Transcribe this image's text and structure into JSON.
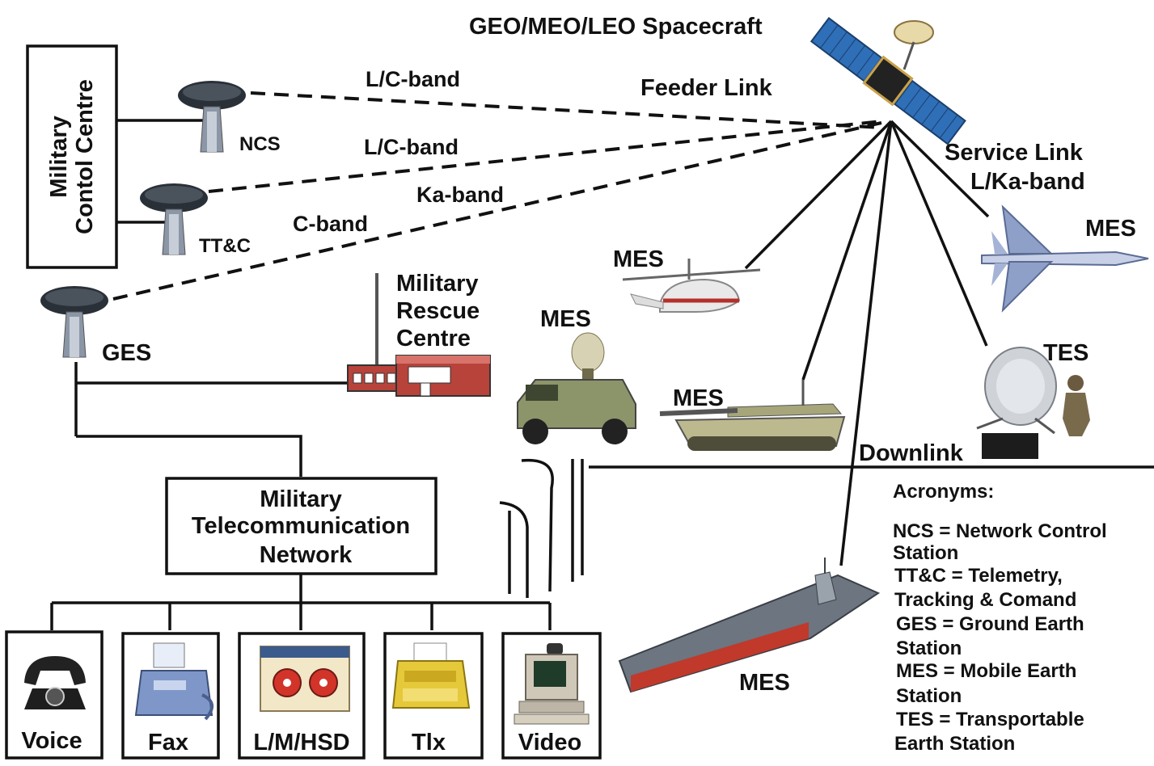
{
  "spacecraft": {
    "label": "GEO/MEO/LEO Spacecraft"
  },
  "links": {
    "feeder": "Feeder Link",
    "service_line1": "Service Link",
    "service_line2": "L/Ka-band",
    "downlink": "Downlink",
    "ncs_band": "L/C-band",
    "ttc_band": "L/C-band",
    "ka_band": "Ka-band",
    "ges_band": "C-band"
  },
  "control_centre": {
    "line1": "Military",
    "line2": "Contol Centre"
  },
  "stations": {
    "ncs": "NCS",
    "ttc": "TT&C",
    "ges": "GES"
  },
  "rescue_centre": {
    "line1": "Military",
    "line2": "Rescue",
    "line3": "Centre"
  },
  "network": {
    "line1": "Military",
    "line2": "Telecommunication",
    "line3": "Network"
  },
  "services": [
    {
      "label": "Voice",
      "icon": "telephone-icon"
    },
    {
      "label": "Fax",
      "icon": "fax-machine-icon"
    },
    {
      "label": "L/M/HSD",
      "icon": "tape-drive-icon"
    },
    {
      "label": "Tlx",
      "icon": "telex-machine-icon"
    },
    {
      "label": "Video",
      "icon": "computer-terminal-icon"
    }
  ],
  "terminals": {
    "helicopter": "MES",
    "jet": "MES",
    "humvee": "MES",
    "tank": "MES",
    "ship": "MES",
    "tes": "TES"
  },
  "acronyms": {
    "title": "Acronyms:",
    "lines": [
      "NCS = Network Control",
      "Station",
      "TT&C = Telemetry,",
      "Tracking & Comand",
      "GES = Ground Earth",
      "Station",
      "MES = Mobile Earth",
      "Station",
      "TES = Transportable",
      "Earth Station"
    ]
  },
  "colors": {
    "solar_panel": "#2f6fb8",
    "dish": "#2a3038",
    "rescue_building": "#b8433a",
    "military_green": "#8c946a",
    "ship_hull": "#c0392b",
    "jet_camo": "#8fa0c8"
  }
}
